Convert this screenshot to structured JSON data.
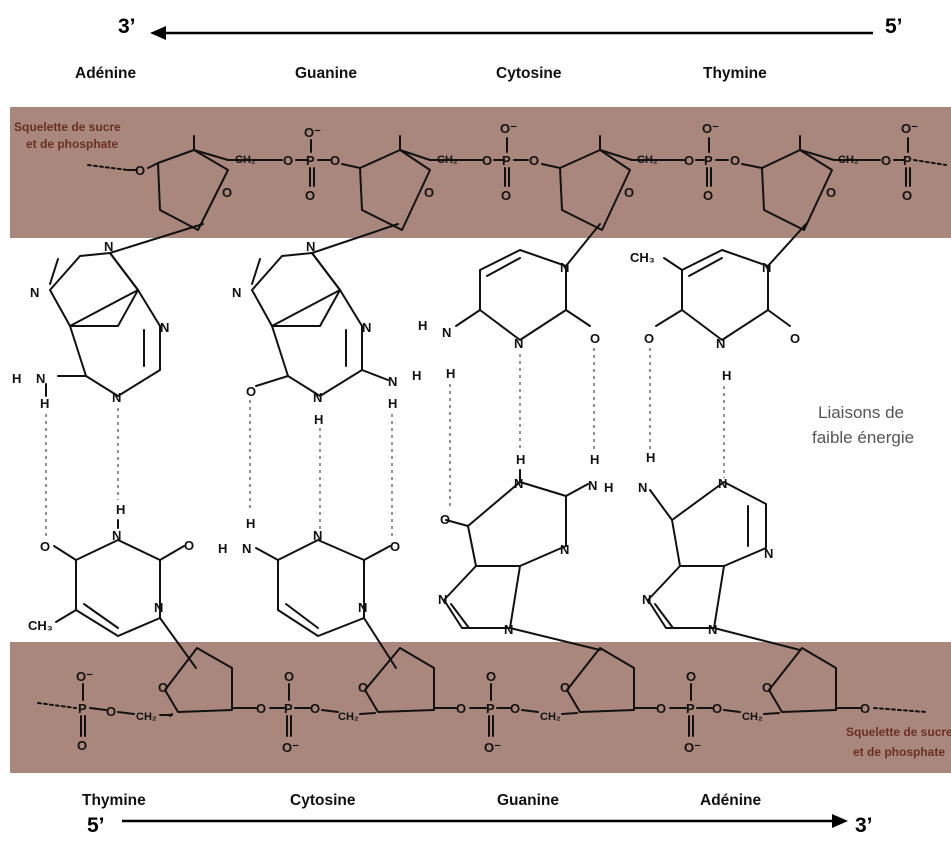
{
  "strand_top": {
    "left_end": "3’",
    "right_end": "5’"
  },
  "strand_bottom": {
    "left_end": "5’",
    "right_end": "3’"
  },
  "bases_top": [
    "Adénine",
    "Guanine",
    "Cytosine",
    "Thymine"
  ],
  "bases_bottom": [
    "Thymine",
    "Cytosine",
    "Guanine",
    "Adénine"
  ],
  "backbone_label": {
    "line1": "Squelette de sucre",
    "line2": "et de phosphate"
  },
  "bond_label": {
    "line1": "Liaisons de",
    "line2": "faible énergie"
  },
  "atoms": {
    "O": "O",
    "N": "N",
    "H": "H",
    "P": "P",
    "CH3": "CH₃",
    "CH2": "CH₂",
    "O_minus": "O⁻"
  },
  "colors": {
    "band": "#a9877d",
    "band_text": "#6a2f22",
    "text": "#111111",
    "hbond": "#777777",
    "side_text": "#555555"
  }
}
